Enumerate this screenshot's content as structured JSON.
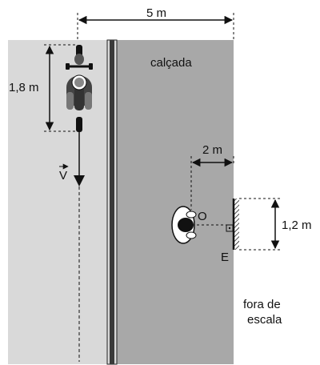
{
  "labels": {
    "top_width": "5 m",
    "sidewalk": "calçada",
    "moto_length": "1,8 m",
    "velocity": "V",
    "distance_to_mirror": "2 m",
    "observer": "O",
    "mirror_height": "1,2 m",
    "mirror": "E",
    "not_to_scale_line1": "fora de",
    "not_to_scale_line2": "escala"
  },
  "colors": {
    "road": "#d9d9d9",
    "sidewalk": "#a8a8a8",
    "curb": "#333333",
    "lines": "#111111"
  }
}
